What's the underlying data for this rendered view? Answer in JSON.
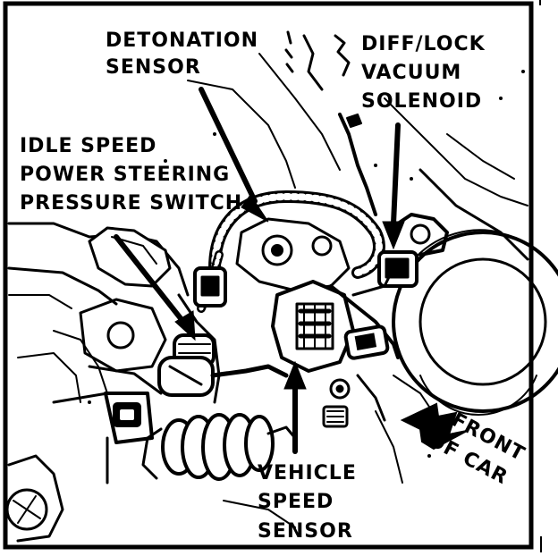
{
  "labels": {
    "detonation_sensor": [
      "DETONATION",
      "SENSOR"
    ],
    "diff_lock_solenoid": [
      "DIFF/LOCK",
      "VACUUM",
      "SOLENOID"
    ],
    "idle_speed_switch": [
      "IDLE SPEED",
      "POWER STEERING",
      "PRESSURE SWITCH"
    ],
    "vehicle_speed_sensor": [
      "VEHICLE",
      "SPEED",
      "SENSOR"
    ],
    "front_of_car": [
      "FRONT",
      "OF CAR"
    ]
  },
  "colors": {
    "ink": "#000000",
    "paper": "#ffffff"
  }
}
